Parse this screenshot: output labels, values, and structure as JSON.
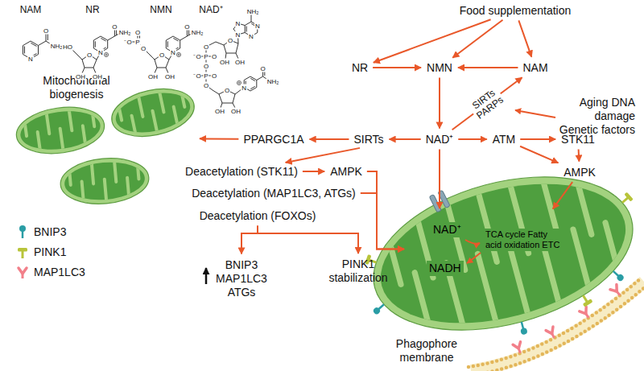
{
  "diagram": {
    "nodes": [
      {
        "text": [
          "Food supplementation"
        ]
      },
      {
        "text": [
          "NR"
        ]
      },
      {
        "text": [
          "NMN"
        ]
      },
      {
        "text": [
          "NAM"
        ]
      },
      {
        "text": [
          "Mitochondrial biogenesis"
        ]
      },
      {
        "text": [
          "Aging DNA damage Genetic factors"
        ]
      },
      {
        "text": [
          "PPARGC1A"
        ]
      },
      {
        "text": [
          "SIRTs"
        ]
      },
      {
        "text": [
          "NAD⁺"
        ]
      },
      {
        "text": [
          "ATM"
        ]
      },
      {
        "text": [
          "STK11"
        ]
      },
      {
        "text": [
          "Deacetylation (STK11)"
        ]
      },
      {
        "text": [
          "AMPK"
        ]
      },
      {
        "text": [
          "AMPK"
        ]
      },
      {
        "text": [
          "Deacetylation (MAP1LC3, ATGs)"
        ]
      },
      {
        "text": [
          "Deacetylation (FOXOs)"
        ]
      },
      {
        "text": [
          "BNIP3 MAP1LC3 ATGs"
        ]
      },
      {
        "text": [
          "PINK1 stabilization"
        ]
      },
      {
        "text": [
          "NAD⁺",
          "TCA cycle Fatty acid oxidation ETC",
          "NADH"
        ]
      }
    ],
    "edges": [
      {
        "from": 0,
        "to": 1,
        "arrow": "to"
      },
      {
        "from": 0,
        "to": 2,
        "arrow": "to"
      },
      {
        "from": 0,
        "to": 3,
        "arrow": "to"
      },
      {
        "from": 1,
        "to": 2,
        "arrow": "to"
      },
      {
        "from": 3,
        "to": 2,
        "arrow": "to"
      },
      {
        "from": 2,
        "to": 8,
        "arrow": "to"
      },
      {
        "from": 8,
        "to": 3,
        "label": "SIRTs PARPs",
        "arrow": "to"
      },
      {
        "from": 8,
        "to": 7,
        "arrow": "to"
      },
      {
        "from": 7,
        "to": 6,
        "arrow": "to"
      },
      {
        "from": 6,
        "to": 4,
        "arrow": "to"
      },
      {
        "from": 8,
        "to": 9,
        "arrow": "to"
      },
      {
        "from": 9,
        "to": 10,
        "arrow": "to"
      },
      {
        "from": 10,
        "to": 13,
        "arrow": "to"
      },
      {
        "from": 9,
        "to": 13,
        "arrow": "to"
      },
      {
        "from": 8,
        "to": 18,
        "arrow": "to"
      },
      {
        "from": 13,
        "to": 18,
        "arrow": "to"
      },
      {
        "from": 7,
        "to": 11,
        "arrow": "to"
      },
      {
        "from": 11,
        "to": 12,
        "arrow": "to"
      },
      {
        "from": 12,
        "to": 18,
        "arrow": "to"
      },
      {
        "from": 14,
        "to": 18,
        "arrow": "to"
      },
      {
        "from": 15,
        "to": 16,
        "arrow": "to"
      },
      {
        "from": 15,
        "to": 17,
        "arrow": "to"
      }
    ],
    "labels": [
      "NAM",
      "NR",
      "NMN",
      "NAD⁺",
      "O",
      "NH₂",
      "N",
      "HO",
      "O",
      "OH",
      "OH",
      "N",
      "O",
      "NH₂",
      "⁻O",
      "P",
      "O",
      "O",
      "O",
      "OH",
      "OH",
      "N",
      "O",
      "NH₂",
      "NH₂",
      "N",
      "N",
      "N",
      "N",
      "O",
      "OH",
      "OH",
      "O",
      "⁻O",
      "P",
      "O",
      "O",
      "⁻O",
      "P",
      "O",
      "O",
      "O",
      "OH",
      "OH",
      "N",
      "O",
      "NH₂",
      "Phagophore membrane"
    ],
    "legend": [
      {
        "text": "BNIP3"
      },
      {
        "text": "PINK1"
      },
      {
        "text": "MAP1LC3"
      }
    ]
  }
}
